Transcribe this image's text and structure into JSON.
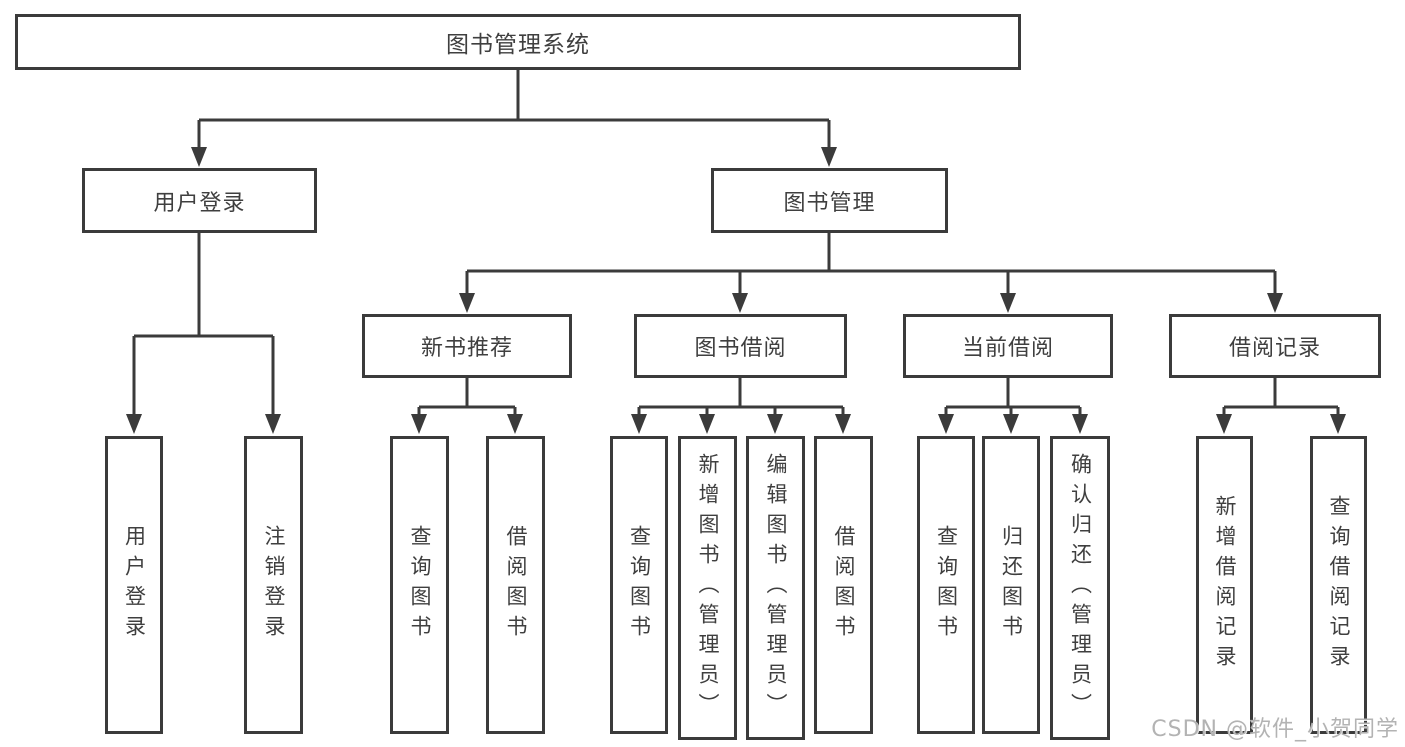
{
  "nodes": {
    "root": "图书管理系统",
    "userLogin": "用户登录",
    "bookManagement": "图书管理",
    "newBookRecommend": "新书推荐",
    "bookBorrow": "图书借阅",
    "currentBorrow": "当前借阅",
    "borrowRecords": "借阅记录"
  },
  "leaves": {
    "userLogin": [
      "用户登录",
      "注销登录"
    ],
    "newBookRecommend": [
      "查询图书",
      "借阅图书"
    ],
    "bookBorrow": [
      "查询图书",
      "新增图书（管理员）",
      "编辑图书（管理员）",
      "借阅图书"
    ],
    "currentBorrow": [
      "查询图书",
      "归还图书",
      "确认归还（管理员）"
    ],
    "borrowRecords": [
      "新增借阅记录",
      "查询借阅记录"
    ]
  },
  "watermark": "CSDN @软件_小贺同学",
  "colors": {
    "line": "#3b3b3b",
    "text": "#3f3f3f",
    "watermark": "#b3b3b3",
    "background": "#ffffff"
  }
}
